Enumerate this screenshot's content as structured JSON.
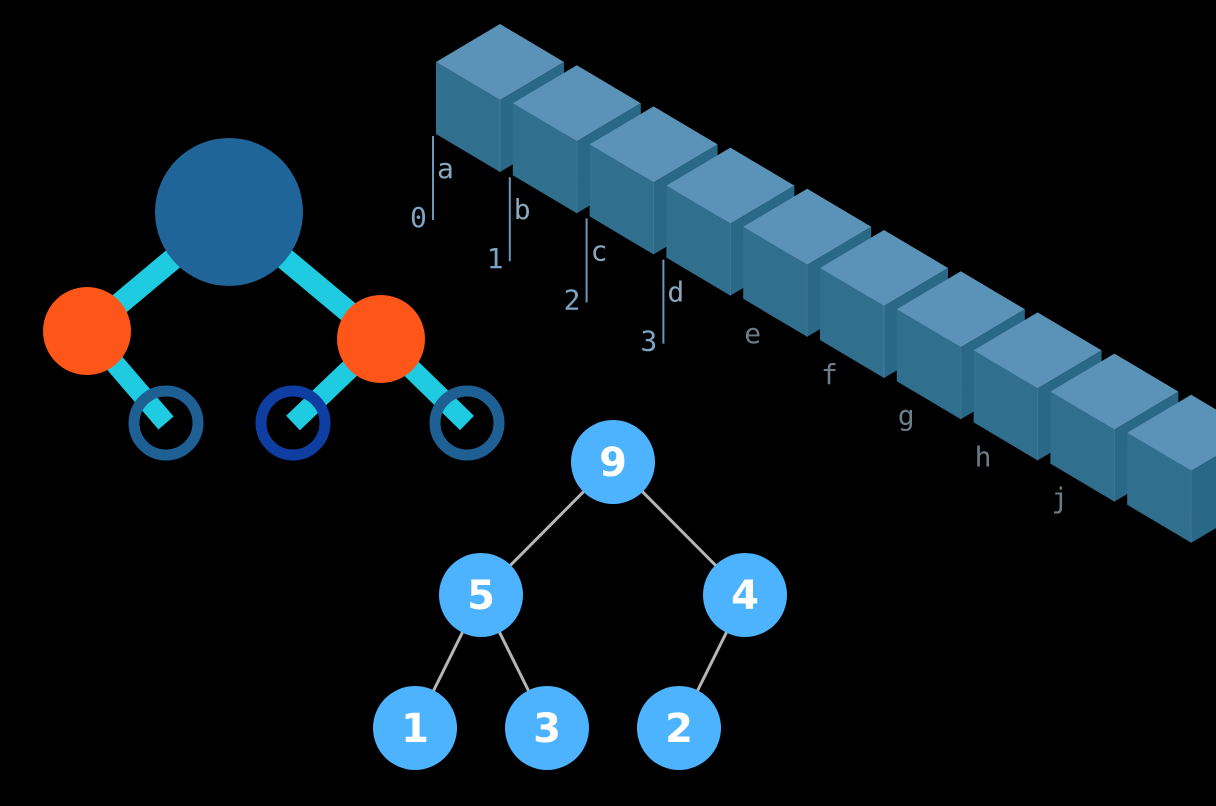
{
  "colors": {
    "background": "#000000",
    "cube_top": "#5b93b8",
    "cube_left": "#316f8f",
    "cube_right": "#2a6887",
    "cube_edge": "#6aa0c2",
    "marker_line": "#6c97b8",
    "index_text": "#7fa5c5",
    "letter_text_near": "#8aa7bd",
    "letter_text_far": "#6b7d89",
    "tree_root": "#1f6599",
    "tree_edge": "#1ecbe1",
    "tree_child": "#fe5618",
    "tree_leaf_ring": "#1e5f94",
    "tree_leaf_ring_highlight": "#0f3ea3",
    "heap_node": "#4db3ff",
    "heap_edge": "#b5b5b5",
    "heap_text": "#ffffff"
  },
  "array": {
    "indices": [
      "0",
      "1",
      "2",
      "3"
    ],
    "letters": [
      "a",
      "b",
      "c",
      "d",
      "e",
      "f",
      "g",
      "h",
      "j"
    ],
    "cube_count": 10
  },
  "icon_tree": {
    "icon": "binary-tree-icon",
    "leaf_highlight_index": 1
  },
  "heap": {
    "nodes": [
      "9",
      "5",
      "4",
      "1",
      "3",
      "2"
    ],
    "edges": [
      [
        0,
        1
      ],
      [
        0,
        2
      ],
      [
        1,
        3
      ],
      [
        1,
        4
      ],
      [
        2,
        5
      ]
    ]
  }
}
